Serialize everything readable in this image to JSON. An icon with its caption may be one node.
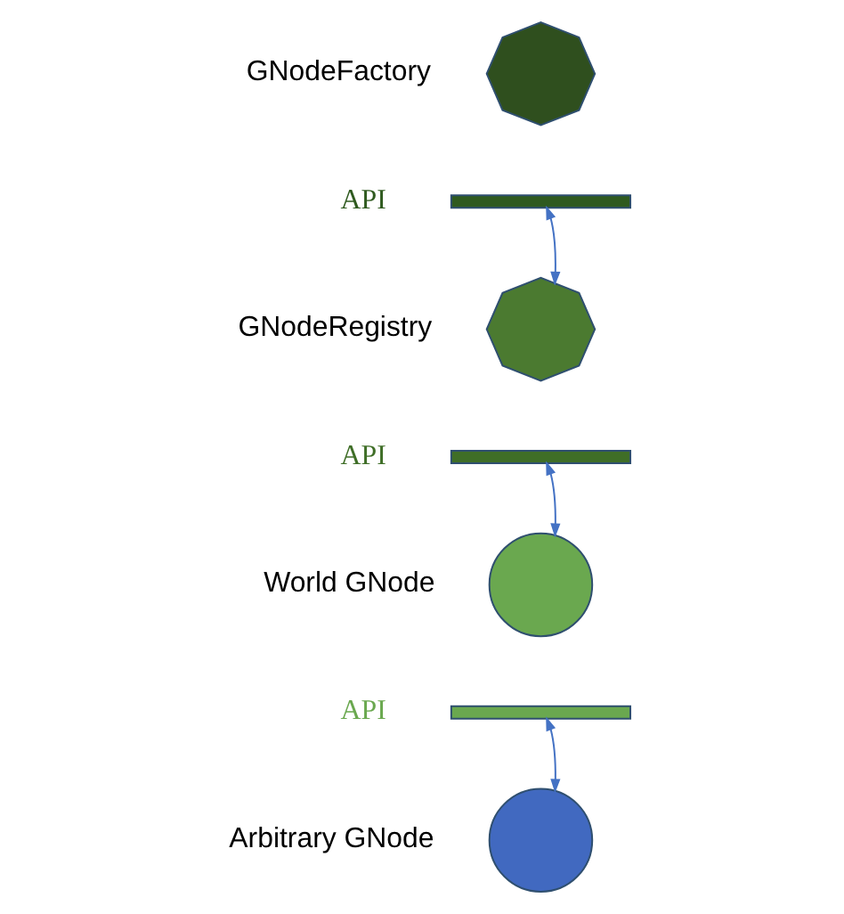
{
  "diagram": {
    "nodes": [
      {
        "text": [],
        "shape": "box",
        "beside": [
          "GNodeFactory"
        ]
      },
      {
        "text": [],
        "shape": "bar",
        "beside": [
          "API"
        ]
      },
      {
        "text": [],
        "shape": "box",
        "beside": [
          "GNodeRegistry"
        ]
      },
      {
        "text": [],
        "shape": "bar",
        "beside": [
          "API"
        ]
      },
      {
        "text": [],
        "shape": "circle",
        "beside": [
          "World GNode"
        ]
      },
      {
        "text": [],
        "shape": "bar",
        "beside": [
          "API"
        ]
      },
      {
        "text": [],
        "shape": "circle",
        "beside": [
          "Arbitrary GNode"
        ]
      }
    ],
    "edges": [
      {
        "from": 1,
        "to": 2,
        "arrow": "both"
      },
      {
        "from": 3,
        "to": 4,
        "arrow": "both"
      },
      {
        "from": 5,
        "to": 6,
        "arrow": "both"
      }
    ]
  }
}
